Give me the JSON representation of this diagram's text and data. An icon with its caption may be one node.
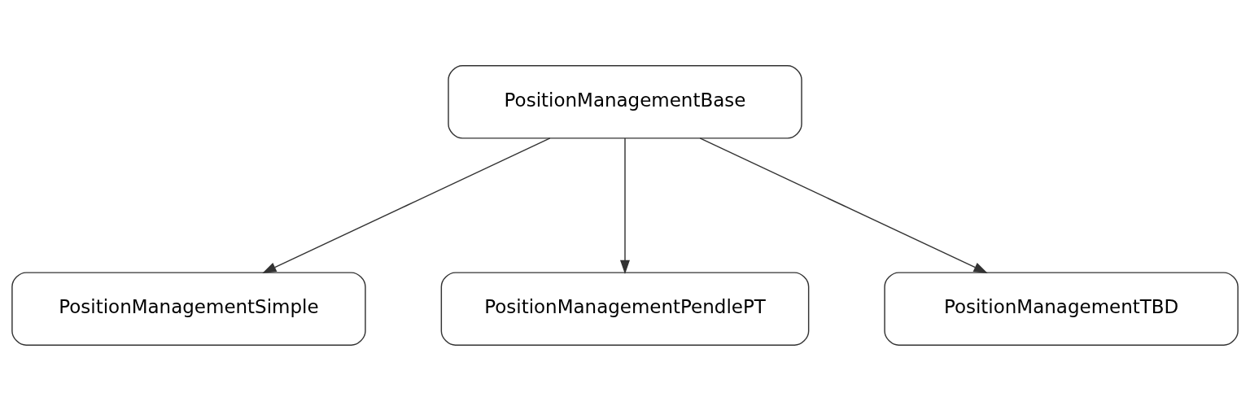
{
  "diagram": {
    "nodes": [
      {
        "text": [
          "PositionManagementBase"
        ]
      },
      {
        "text": [
          "PositionManagementSimple"
        ]
      },
      {
        "text": [
          "PositionManagementPendlePT"
        ]
      },
      {
        "text": [
          "PositionManagementTBD"
        ]
      }
    ],
    "edges": [
      {
        "from": 0,
        "to": 1,
        "arrow": "to"
      },
      {
        "from": 0,
        "to": 2,
        "arrow": "to"
      },
      {
        "from": 0,
        "to": 3,
        "arrow": "to"
      }
    ]
  }
}
